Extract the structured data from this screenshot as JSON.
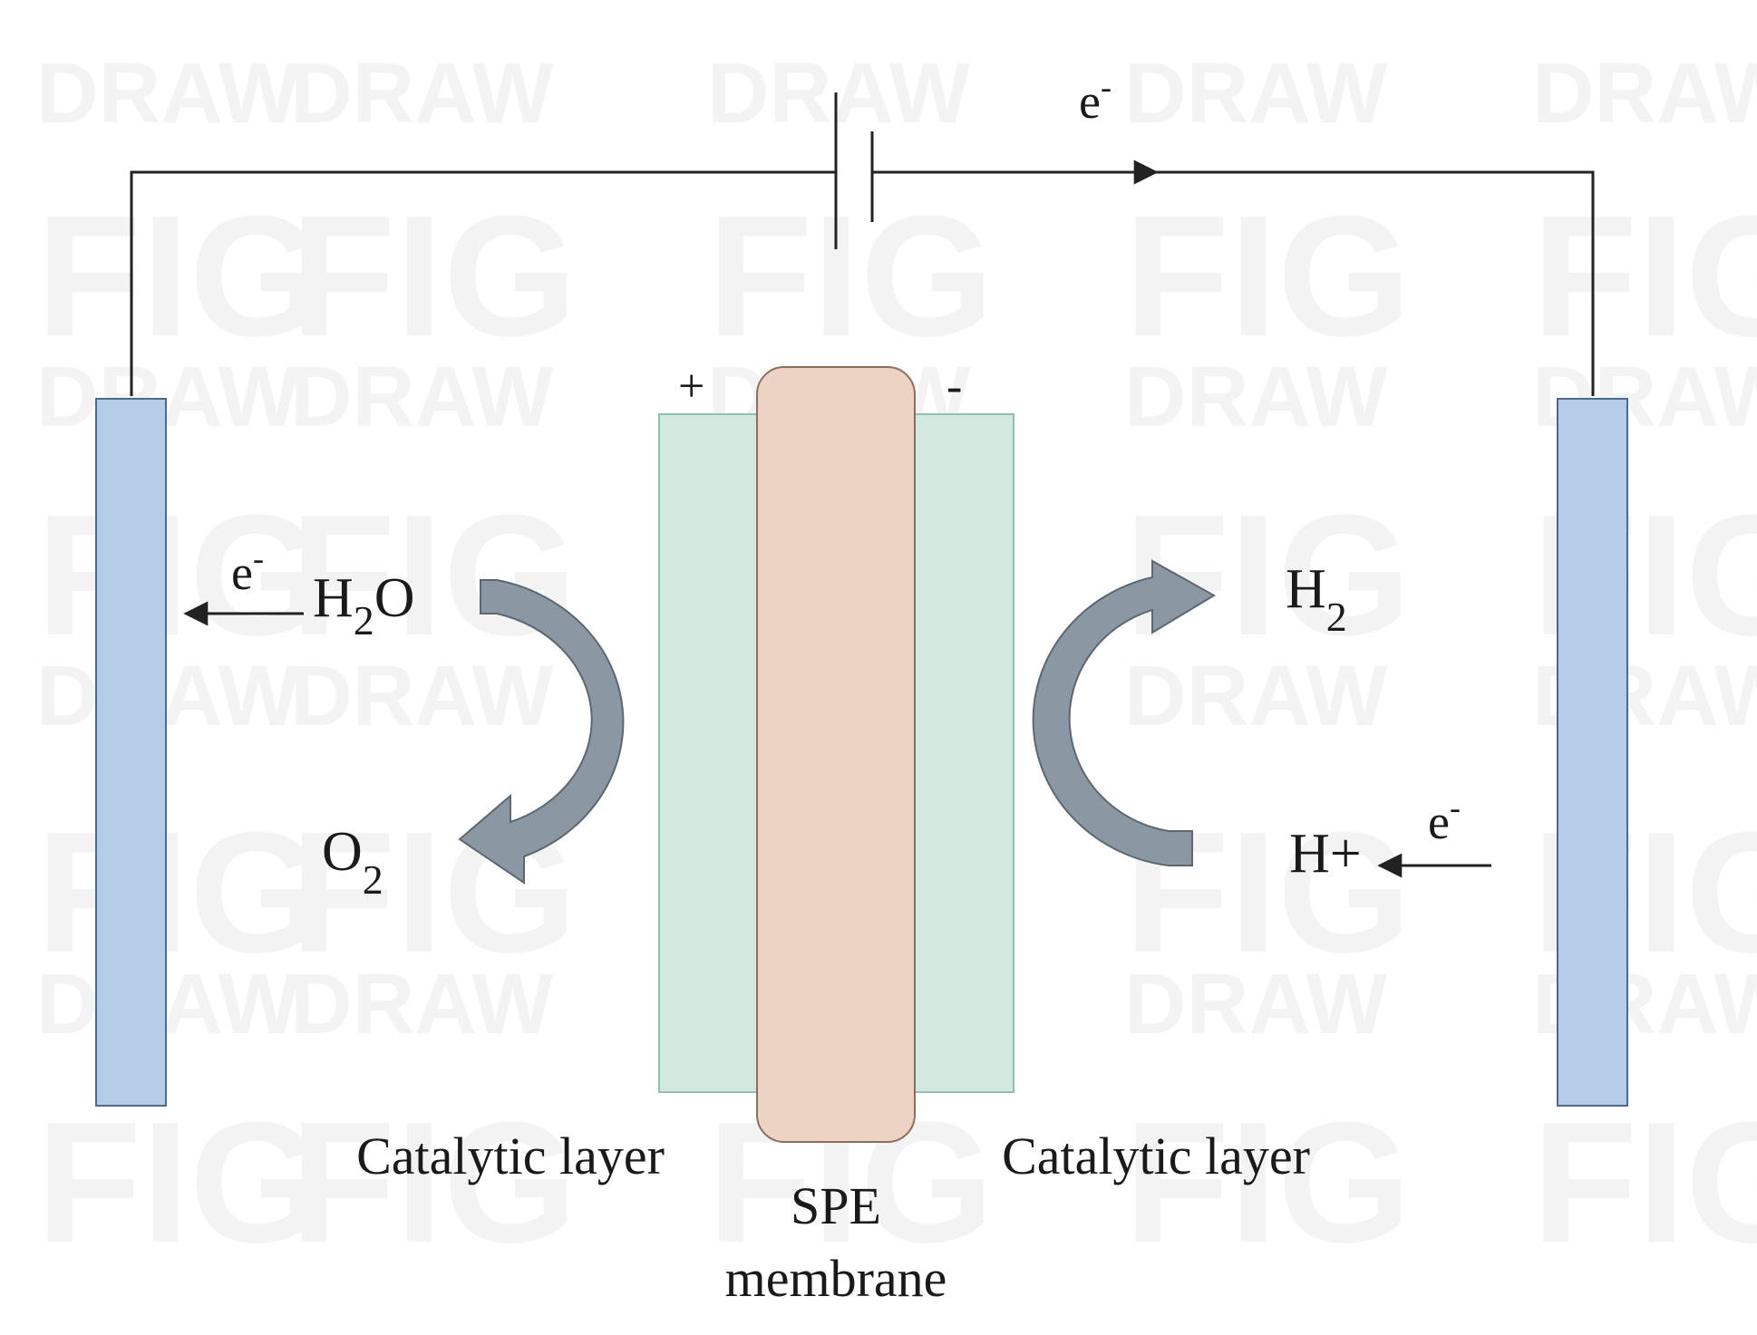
{
  "watermark": {
    "word_a": "DRAW",
    "word_b": "FIG"
  },
  "circuit": {
    "electron_label": "e",
    "electron_sup": "-"
  },
  "electrode_cell": {
    "positive_sign": "+",
    "negative_sign": "-"
  },
  "anode_side": {
    "reactant": {
      "base": "H",
      "sub": "2",
      "rest": "O"
    },
    "product": {
      "base": "O",
      "sub": "2"
    },
    "electron_label": "e",
    "electron_sup": "-"
  },
  "cathode_side": {
    "product": {
      "base": "H",
      "sub": "2"
    },
    "reactant": "H+",
    "electron_label": "e",
    "electron_sup": "-"
  },
  "labels": {
    "catalytic_left": "Catalytic layer",
    "catalytic_right": "Catalytic layer",
    "membrane_line1": "SPE",
    "membrane_line2": "membrane"
  },
  "colors": {
    "electrode": "#b4cce8",
    "electrode_stroke": "#4d6a8c",
    "catalytic_layer": "#d3e9e0",
    "catalytic_stroke": "#8fbfae",
    "membrane": "#ecd3c3",
    "membrane_stroke": "#8a6f5f",
    "flow_arrow": "#8b97a3",
    "flow_arrow_stroke": "#5d6771",
    "wire": "#222222"
  }
}
